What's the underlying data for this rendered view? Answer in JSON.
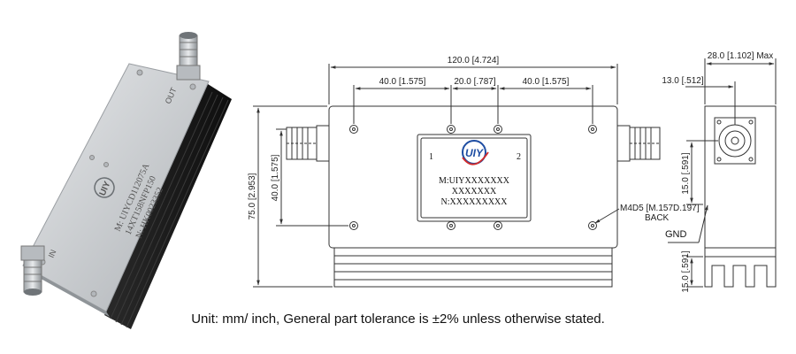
{
  "photo": {
    "port_out": "OUT",
    "port_in": "IN",
    "label_model": "M: UIYCD112075A",
    "label_spec": "14XT158NFP150",
    "label_serial": "N: HK0023352",
    "logo_text": "UIY"
  },
  "front_view": {
    "overall_width": "120.0 [4.724]",
    "hole_spacing_left": "40.0 [1.575]",
    "hole_spacing_center": "20.0 [.787]",
    "hole_spacing_right": "40.0 [1.575]",
    "overall_height": "75.0 [2.953]",
    "hole_spacing_vertical": "40.0 [1.575]",
    "thread_note": "M4D5 [M.157D.197]",
    "thread_note_sub": "BACK",
    "port_1": "1",
    "port_2": "2",
    "logo_text": "UIY",
    "label_m": "M:UIYXXXXXXX",
    "label_spec": "XXXXXXX",
    "label_n": "N:XXXXXXXXX"
  },
  "side_view": {
    "overall_depth": "28.0 [1.102] Max",
    "connector_offset": "13.0 [.512]",
    "connector_height": "15.0 [.591]",
    "fin_height": "15.0 [.591]",
    "gnd_label": "GND"
  },
  "caption": "Unit: mm/ inch, General part tolerance is ±2% unless otherwise stated.",
  "colors": {
    "line": "#333333",
    "logo_blue": "#1f4ea3",
    "logo_red": "#d32a2a",
    "heatsink": "#1c1c1c",
    "housing": "#c9ccd0"
  }
}
